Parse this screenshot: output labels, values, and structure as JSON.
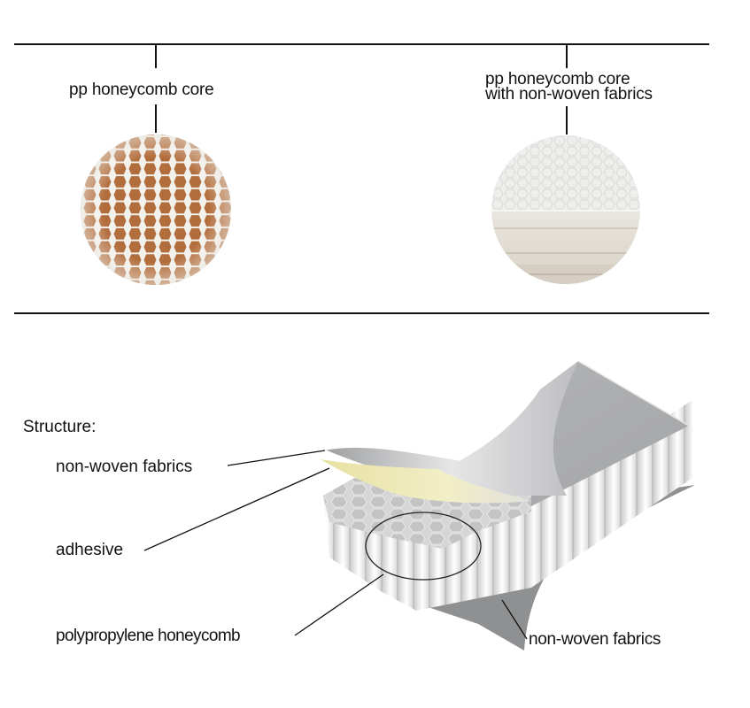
{
  "top_section": {
    "left": {
      "label": "pp honeycomb core",
      "image": "pp-honeycomb-core-photo"
    },
    "right": {
      "label_line1": "pp honeycomb core",
      "label_line2": "with non-woven fabrics",
      "image": "pp-honeycomb-with-nonwoven-photo"
    }
  },
  "structure": {
    "title": "Structure:",
    "labels": {
      "top_fabric": "non-woven fabrics",
      "adhesive": "adhesive",
      "core": "polypropylene honeycomb",
      "bottom_fabric": "non-woven fabrics"
    }
  },
  "colors": {
    "line": "#111111",
    "honeycomb_wall": "#f2f0ea",
    "honeycomb_cell": "#b06a3a",
    "fabric_gray": "#a9aaac",
    "adhesive_yellow": "#eee9b5",
    "core_white": "#f4f4f4"
  }
}
